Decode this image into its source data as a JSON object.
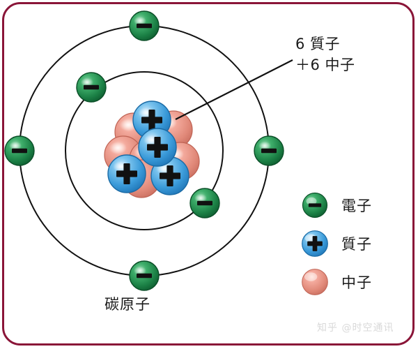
{
  "frame": {
    "border_color": "#8a1538",
    "background": "#ffffff"
  },
  "callout": {
    "line1": "6 質子",
    "line2": "＋6 中子"
  },
  "atom": {
    "caption": "碳原子",
    "nucleus": {
      "proton_count": 6,
      "neutron_count": 6,
      "proton_symbol": "+",
      "neutron_symbol": ""
    },
    "shells": [
      {
        "name": "inner-shell",
        "radius": 113,
        "electron_count": 2
      },
      {
        "name": "outer-shell",
        "radius": 179,
        "electron_count": 4
      }
    ],
    "electron_symbol": "−",
    "total_electrons": 6
  },
  "legend": {
    "items": [
      {
        "symbol": "−",
        "label": "電子",
        "color": "#1f8a4c",
        "particle": "electron"
      },
      {
        "symbol": "+",
        "label": "質子",
        "color": "#3296d8",
        "particle": "proton"
      },
      {
        "symbol": "",
        "label": "中子",
        "color": "#e3897c",
        "particle": "neutron"
      }
    ]
  },
  "watermark": {
    "text": "知乎 @时空通讯"
  },
  "colors": {
    "frame_maroon": "#8a1538",
    "electron_green": "#1f8a4c",
    "proton_blue": "#3296d8",
    "neutron_salmon": "#e3897c",
    "orbit_stroke": "#111111",
    "text": "#1a1a1a",
    "watermark": "#d9d9d9"
  }
}
